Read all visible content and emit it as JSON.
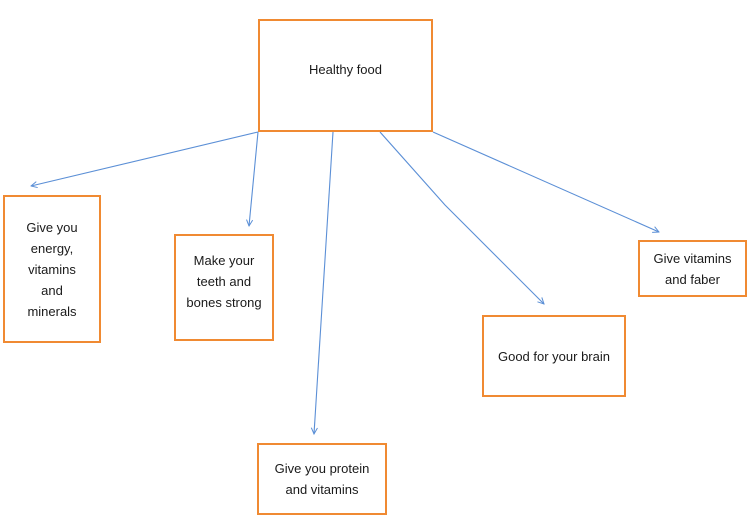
{
  "diagram": {
    "root": {
      "label": "Healthy food"
    },
    "children": [
      {
        "id": "energy",
        "label": "Give you\nenergy,\nvitamins\nand\nminerals"
      },
      {
        "id": "teeth",
        "label": "Make your\nteeth and\nbones strong"
      },
      {
        "id": "protein",
        "label": "Give you protein\nand vitamins"
      },
      {
        "id": "brain",
        "label": "Good for your brain"
      },
      {
        "id": "fiber",
        "label": "Give vitamins\nand faber"
      }
    ],
    "colors": {
      "box_border": "#f08a32",
      "arrow": "#5b8fd6",
      "text": "#1a1a1a",
      "background": "#ffffff"
    }
  }
}
